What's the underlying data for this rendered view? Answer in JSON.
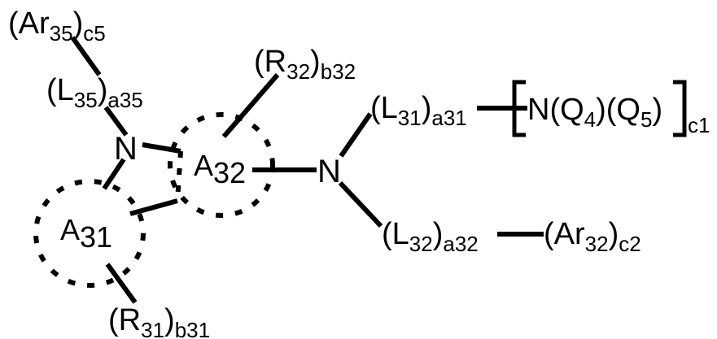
{
  "figure": {
    "type": "chemical-structure",
    "description": "Markush chemical structure of a fused bicyclic amine"
  },
  "labels": {
    "ar35": {
      "base": "(Ar",
      "sub_inner": "35",
      "close": ")",
      "sub_outer": "c5"
    },
    "l35": {
      "base": "(L",
      "sub_inner": "35",
      "close": ")",
      "sub_outer": "a35"
    },
    "r32": {
      "base": "(R",
      "sub_inner": "32",
      "close": ")",
      "sub_outer": "b32"
    },
    "l31": {
      "base": "(L",
      "sub_inner": "31",
      "close": ")",
      "sub_outer": "a31"
    },
    "l32": {
      "base": "(L",
      "sub_inner": "32",
      "close": ")",
      "sub_outer": "a32"
    },
    "ar32": {
      "base": "(Ar",
      "sub_inner": "32",
      "close": ")",
      "sub_outer": "c2"
    },
    "r31": {
      "base": "(R",
      "sub_inner": "31",
      "close": ")",
      "sub_outer": "b31"
    },
    "nq": {
      "base": "N(Q",
      "sub_inner": "4",
      "mid": ")(Q",
      "sub_inner2": "5",
      "close": ")"
    },
    "bracket_sub": "c1",
    "ring_a31": {
      "base": "A",
      "sub": "31"
    },
    "ring_a32": {
      "base": "A",
      "sub": "32"
    },
    "nitrogen_ring": "N",
    "nitrogen_center": "N"
  },
  "colors": {
    "stroke": "#000000",
    "background": "#ffffff"
  }
}
